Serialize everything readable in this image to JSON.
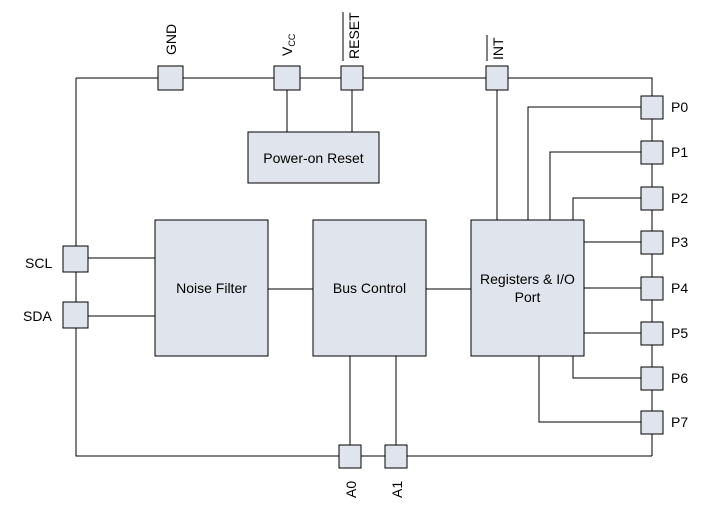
{
  "blocks": {
    "power_on_reset": "Power-on Reset",
    "noise_filter": "Noise Filter",
    "bus_control": "Bus Control",
    "registers_line1": "Registers & I/O",
    "registers_line2": "Port"
  },
  "pins": {
    "gnd": "GND",
    "vcc_main": "V",
    "vcc_sub": "CC",
    "reset": "RESET",
    "int": "INT",
    "scl": "SCL",
    "sda": "SDA",
    "a0": "A0",
    "a1": "A1",
    "ports": [
      "P0",
      "P1",
      "P2",
      "P3",
      "P4",
      "P5",
      "P6",
      "P7"
    ]
  },
  "colors": {
    "block_fill": "#e0e4ed",
    "stroke": "#000000"
  }
}
